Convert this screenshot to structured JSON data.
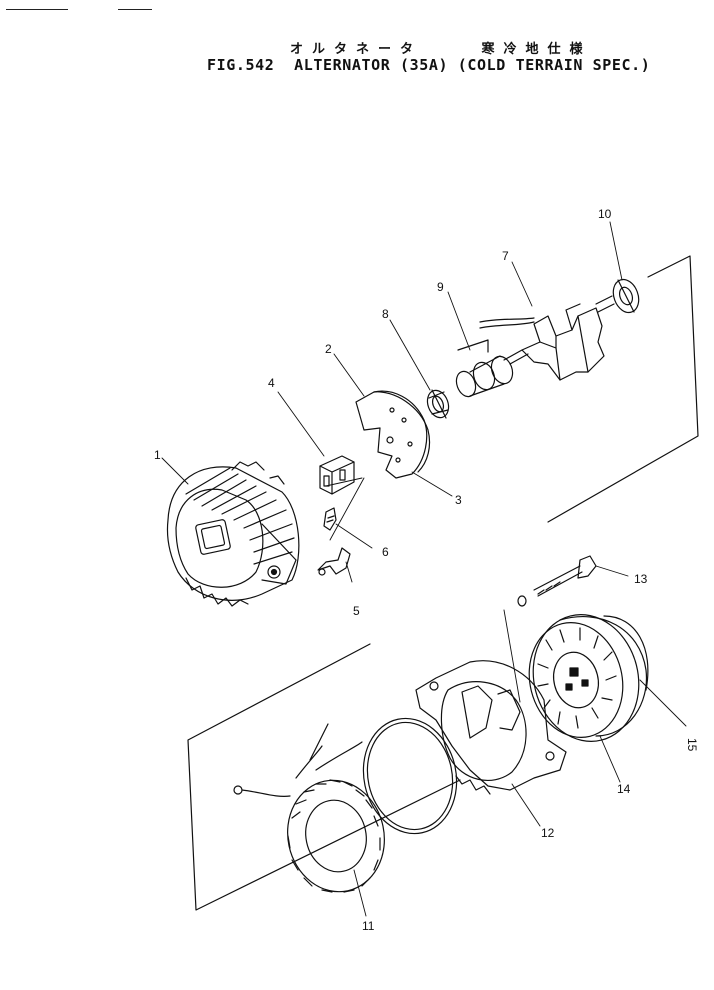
{
  "header": {
    "title_jp_left": "オルタネータ",
    "title_jp_right": "寒冷地仕様",
    "fig_number": "FIG.542",
    "fig_title": "ALTERNATOR (35A) (COLD TERRAIN SPEC.)"
  },
  "callouts": {
    "c1": "1",
    "c2": "2",
    "c3": "3",
    "c4": "4",
    "c5": "5",
    "c6": "6",
    "c7": "7",
    "c8": "8",
    "c9": "9",
    "c10": "10",
    "c11": "11",
    "c12": "12",
    "c13": "13",
    "c14": "14",
    "c15": "15"
  },
  "colors": {
    "ink": "#111111",
    "paper": "#ffffff"
  }
}
